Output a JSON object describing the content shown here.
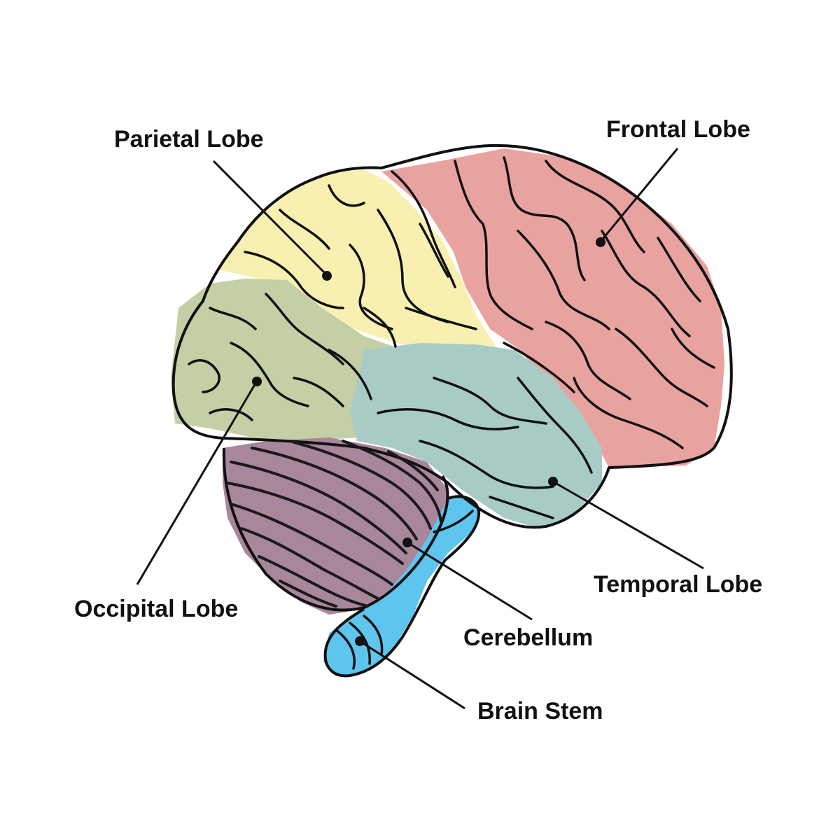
{
  "labels": {
    "parietal": "Parietal Lobe",
    "frontal": "Frontal Lobe",
    "occipital": "Occipital Lobe",
    "temporal": "Temporal Lobe",
    "cerebellum": "Cerebellum",
    "brainstem": "Brain Stem"
  },
  "colors": {
    "frontal": "#e8a3a0",
    "parietal": "#f8f0b0",
    "occipital": "#c5cfa5",
    "temporal": "#a9cbc6",
    "cerebellum": "#a8869b",
    "brainstem": "#5ec5ee",
    "outline": "#111111"
  }
}
